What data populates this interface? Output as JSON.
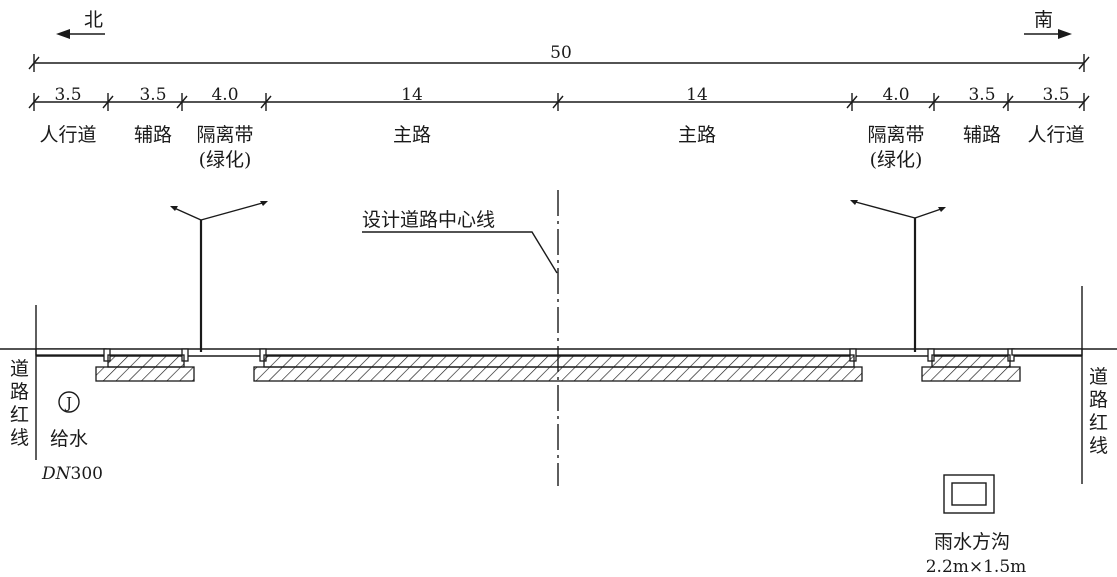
{
  "direction": {
    "north": "北",
    "south": "南"
  },
  "total_width": "50",
  "segments": [
    {
      "width": "3.5",
      "label": "人行道",
      "sublabel": ""
    },
    {
      "width": "3.5",
      "label": "辅路",
      "sublabel": ""
    },
    {
      "width": "4.0",
      "label": "隔离带",
      "sublabel": "(绿化)"
    },
    {
      "width": "14",
      "label": "主路",
      "sublabel": ""
    },
    {
      "width": "14",
      "label": "主路",
      "sublabel": ""
    },
    {
      "width": "4.0",
      "label": "隔离带",
      "sublabel": "(绿化)"
    },
    {
      "width": "3.5",
      "label": "辅路",
      "sublabel": ""
    },
    {
      "width": "3.5",
      "label": "人行道",
      "sublabel": ""
    }
  ],
  "centerline_label": "设计道路中心线",
  "red_line_label": [
    "道",
    "路",
    "红",
    "线"
  ],
  "water_supply": {
    "symbol": "J",
    "label": "给水",
    "size_italic": "DN",
    "size_num": "300"
  },
  "storm_drain": {
    "label": "雨水方沟",
    "size": "2.2m×1.5m"
  }
}
